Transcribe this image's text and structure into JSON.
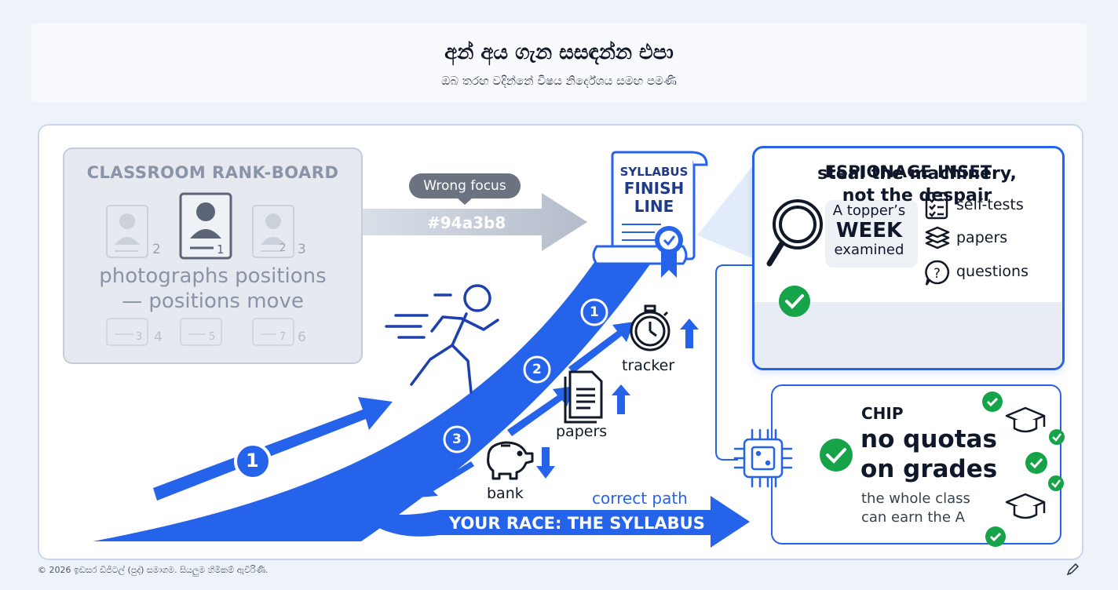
{
  "header": {
    "title": "අන් අය ගැන සසඳන්න එපා",
    "subtitle": "ඔබ තරඟ වදින්නේ විෂය නිර්දේශය සමඟ පමණි"
  },
  "rank_board": {
    "title": "CLASSROOM RANK-BOARD",
    "caption_line1": "photographs positions",
    "caption_line2": "— positions move",
    "ranks": [
      "1",
      "2",
      "3",
      "4",
      "5",
      "6",
      "7"
    ]
  },
  "wrong_focus": {
    "pill": "Wrong focus",
    "arrow_text": "#94a3b8"
  },
  "finish_line": {
    "line1": "SYLLABUS",
    "line2": "FINISH",
    "line3": "LINE"
  },
  "espionage": {
    "title": "ESPIONAGE INSET",
    "week_line1": "A topper’s",
    "week_line2": "WEEK",
    "week_line3": "examined",
    "items": [
      "self-tests",
      "papers",
      "questions"
    ],
    "tagline_line1": "steal the machinery,",
    "tagline_line2": "not the despair"
  },
  "flow": {
    "steps": [
      "1",
      "2",
      "3"
    ],
    "main_badge": "1",
    "tracker": "tracker",
    "papers": "papers",
    "bank": "bank",
    "correct_path": "correct path",
    "race": "YOUR RACE: THE SYLLABUS"
  },
  "chip": {
    "label": "CHIP",
    "headline_line1": "no quotas",
    "headline_line2": "on grades",
    "sub_line1": "the whole class",
    "sub_line2": "can earn the A"
  },
  "footer": {
    "text": "© 2026 ඉඩසර ඩිජිටල් (පුද්) සමාගම. සියලුම හිමිකම් ඇවිරිණි."
  },
  "colors": {
    "accent": "#2563eb",
    "muted_gray": "#94a3b8",
    "check_green": "#16a34a"
  }
}
